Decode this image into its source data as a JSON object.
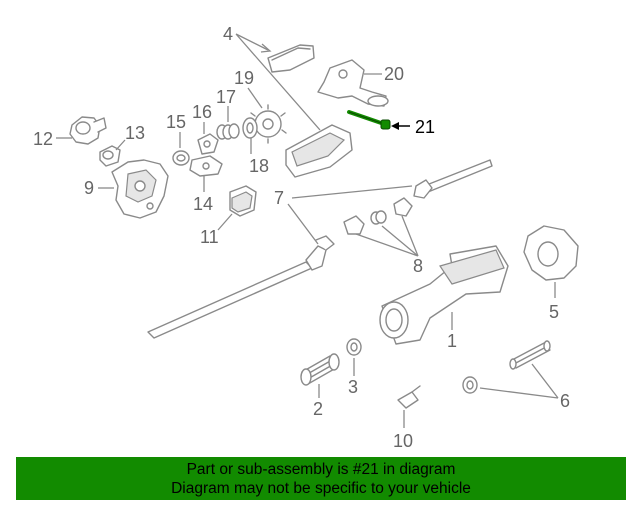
{
  "highlight_color": "#128b00",
  "callouts": {
    "c1": "1",
    "c2": "2",
    "c3": "3",
    "c4": "4",
    "c5": "5",
    "c6": "6",
    "c7": "7",
    "c8": "8",
    "c9": "9",
    "c10": "10",
    "c11": "11",
    "c12": "12",
    "c13": "13",
    "c14": "14",
    "c15": "15",
    "c16": "16",
    "c17": "17",
    "c18": "18",
    "c19": "19",
    "c20": "20",
    "c21": "21"
  },
  "footer": {
    "line1": "Part or sub-assembly is #21 in diagram",
    "line2": "Diagram may not be specific to your vehicle"
  }
}
